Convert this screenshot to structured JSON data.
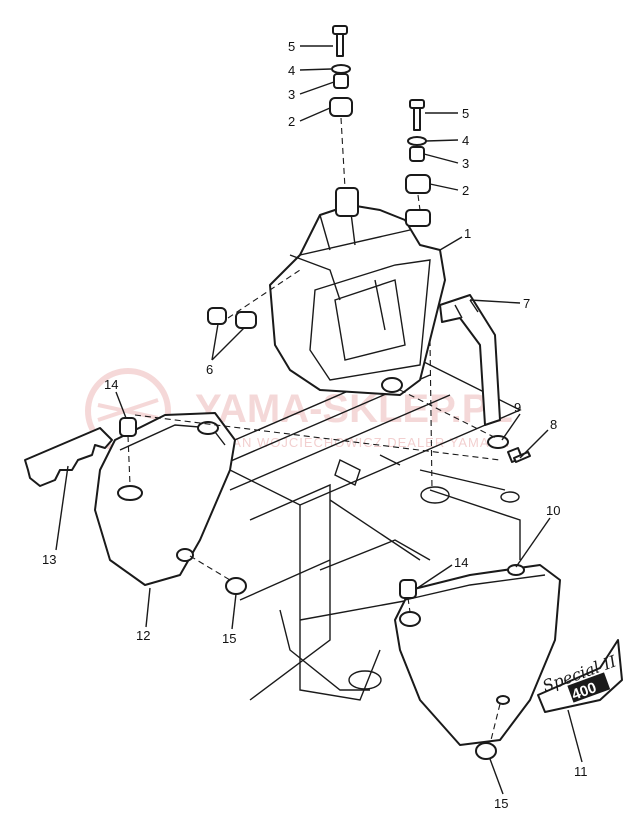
{
  "watermark": {
    "brand": "YAMA-SKLEP.PL",
    "tagline": "BOGDAN WOJCIECHOWICZ DEALER YAMAHA"
  },
  "emblem": {
    "script": "Special II",
    "number": "400"
  },
  "callouts": [
    {
      "id": "c5a",
      "label": "5"
    },
    {
      "id": "c4a",
      "label": "4"
    },
    {
      "id": "c3a",
      "label": "3"
    },
    {
      "id": "c2a",
      "label": "2"
    },
    {
      "id": "c5b",
      "label": "5"
    },
    {
      "id": "c4b",
      "label": "4"
    },
    {
      "id": "c3b",
      "label": "3"
    },
    {
      "id": "c2b",
      "label": "2"
    },
    {
      "id": "c1",
      "label": "1"
    },
    {
      "id": "c7",
      "label": "7"
    },
    {
      "id": "c6",
      "label": "6"
    },
    {
      "id": "c9",
      "label": "9"
    },
    {
      "id": "c8",
      "label": "8"
    },
    {
      "id": "c14a",
      "label": "14"
    },
    {
      "id": "c13",
      "label": "13"
    },
    {
      "id": "c12",
      "label": "12"
    },
    {
      "id": "c15a",
      "label": "15"
    },
    {
      "id": "c10",
      "label": "10"
    },
    {
      "id": "c14b",
      "label": "14"
    },
    {
      "id": "c11",
      "label": "11"
    },
    {
      "id": "c15b",
      "label": "15"
    }
  ]
}
